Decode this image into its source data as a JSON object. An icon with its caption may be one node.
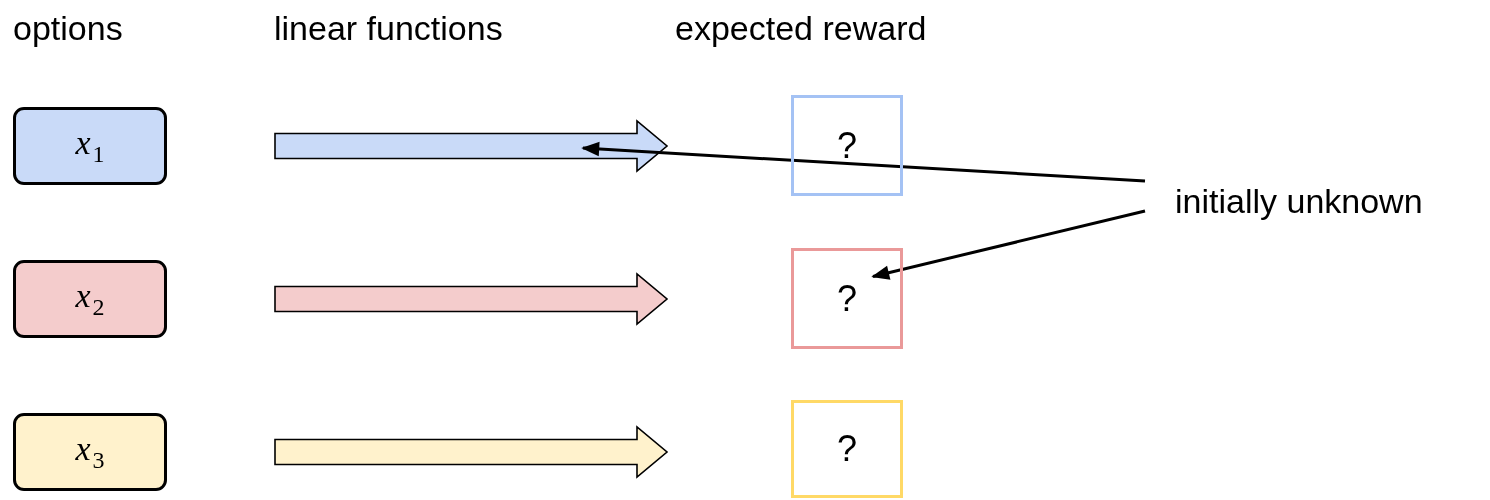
{
  "diagram": {
    "nodes": [
      {
        "text": [
          "*x*$_{1}$"
        ]
      },
      {
        "text": [
          "*x*$_{2}$"
        ]
      },
      {
        "text": [
          "*x*$_{3}$"
        ]
      },
      {
        "text": [
          "?"
        ]
      },
      {
        "text": [
          "?"
        ]
      },
      {
        "text": [
          "?"
        ]
      },
      {
        "text": [
          "initially unknown"
        ]
      }
    ],
    "edges": [
      {
        "from": 0,
        "to": 3,
        "arrow": "to",
        "style": "thick",
        "color": "#c9daf8"
      },
      {
        "from": 1,
        "to": 4,
        "arrow": "to",
        "style": "thick",
        "color": "#f4cccc"
      },
      {
        "from": 2,
        "to": 5,
        "arrow": "to",
        "style": "thick",
        "color": "#fff2cc"
      },
      {
        "from": 6,
        "to": null,
        "arrow": "to"
      },
      {
        "from": 6,
        "to": 4,
        "arrow": "to"
      }
    ],
    "labels": [
      "options",
      "linear functions",
      "expected reward"
    ]
  }
}
